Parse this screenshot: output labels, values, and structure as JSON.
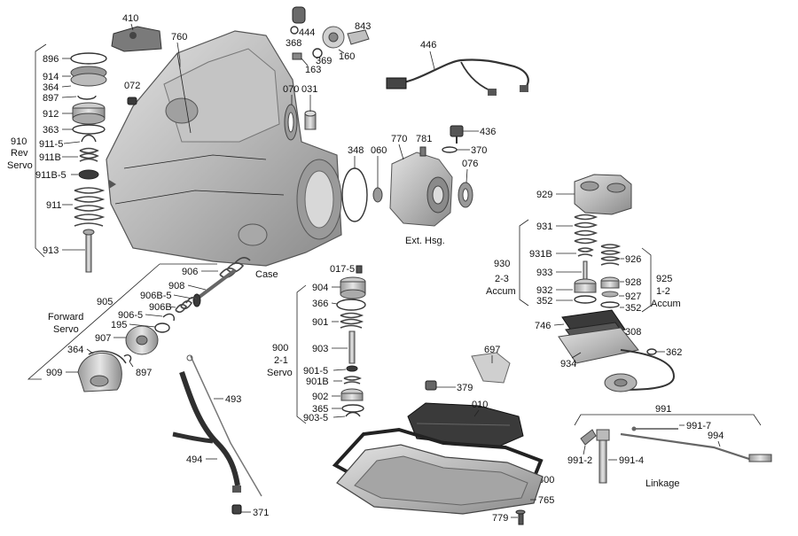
{
  "labels": {
    "l410": "410",
    "l760": "760",
    "l444": "444",
    "l843": "843",
    "l368": "368",
    "l163": "163",
    "l369": "369",
    "l160": "160",
    "l446": "446",
    "l896": "896",
    "l914": "914",
    "l364a": "364",
    "l897a": "897",
    "l072": "072",
    "l912": "912",
    "l363": "363",
    "l911_5": "911-5",
    "l911b": "911B",
    "l911b_5": "911B-5",
    "l911": "911",
    "l913": "913",
    "l070": "070",
    "l031": "031",
    "l348": "348",
    "l060": "060",
    "l770": "770",
    "l781": "781",
    "l436": "436",
    "l370": "370",
    "l076": "076",
    "l929": "929",
    "l931": "931",
    "l931b": "931B",
    "l933": "933",
    "l932": "932",
    "l352a": "352",
    "l926": "926",
    "l928": "928",
    "l927": "927",
    "l352b": "352",
    "l746": "746",
    "l308": "308",
    "l934": "934",
    "l362": "362",
    "l906": "906",
    "l908": "908",
    "l906b_5": "906B-5",
    "l906b": "906B",
    "l906_5": "906-5",
    "l195": "195",
    "l907": "907",
    "l364b": "364",
    "l909": "909",
    "l897b": "897",
    "l905": "905",
    "l017_5": "017-5",
    "l904": "904",
    "l366": "366",
    "l901": "901",
    "l903": "903",
    "l901_5": "901-5",
    "l901b": "901B",
    "l902": "902",
    "l365": "365",
    "l903_5": "903-5",
    "l697": "697",
    "l379": "379",
    "l010": "010",
    "l493": "493",
    "l494": "494",
    "l371": "371",
    "l300": "300",
    "l765": "765",
    "l779": "779",
    "l991": "991",
    "l991_7": "991-7",
    "l994": "994",
    "l991_2": "991-2",
    "l991_4": "991-4"
  },
  "groups": {
    "rev_servo_num": "910",
    "rev_servo_l1": "Rev",
    "rev_servo_l2": "Servo",
    "case": "Case",
    "ext_hsg": "Ext. Hsg.",
    "accum_23_num": "930",
    "accum_23_l1": "2-3",
    "accum_23_l2": "Accum",
    "accum_12_num": "925",
    "accum_12_l1": "1-2",
    "accum_12_l2": "Accum",
    "fwd_servo_l1": "Forward",
    "fwd_servo_l2": "Servo",
    "servo_21_num": "900",
    "servo_21_l1": "2-1",
    "servo_21_l2": "Servo",
    "linkage": "Linkage"
  }
}
